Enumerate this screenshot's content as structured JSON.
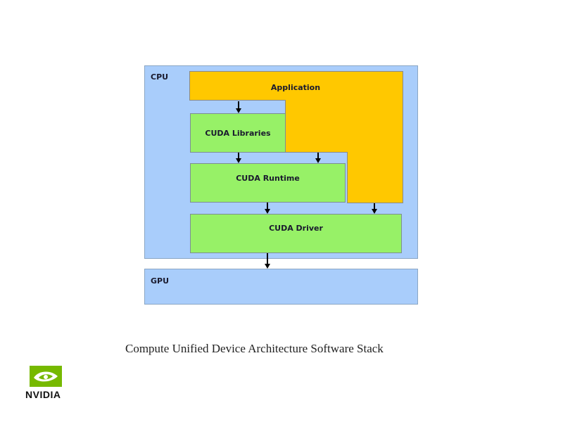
{
  "diagram": {
    "regions": {
      "cpu": "CPU",
      "gpu": "GPU"
    },
    "layers": {
      "application": "Application",
      "libraries": "CUDA Libraries",
      "runtime": "CUDA Runtime",
      "driver": "CUDA Driver"
    },
    "edges": [
      {
        "from": "Application",
        "to": "CUDA Libraries"
      },
      {
        "from": "CUDA Libraries",
        "to": "CUDA Runtime"
      },
      {
        "from": "Application",
        "to": "CUDA Runtime"
      },
      {
        "from": "CUDA Runtime",
        "to": "CUDA Driver"
      },
      {
        "from": "Application",
        "to": "CUDA Driver"
      },
      {
        "from": "CUDA Driver",
        "to": "GPU"
      }
    ],
    "colors": {
      "region": "#a9cdfb",
      "application": "#ffc800",
      "cuda_layer": "#97f167"
    }
  },
  "caption": "Compute Unified Device Architecture Software Stack",
  "logo": {
    "wordmark": "NVIDIA",
    "icon": "nvidia-eye-logo"
  }
}
